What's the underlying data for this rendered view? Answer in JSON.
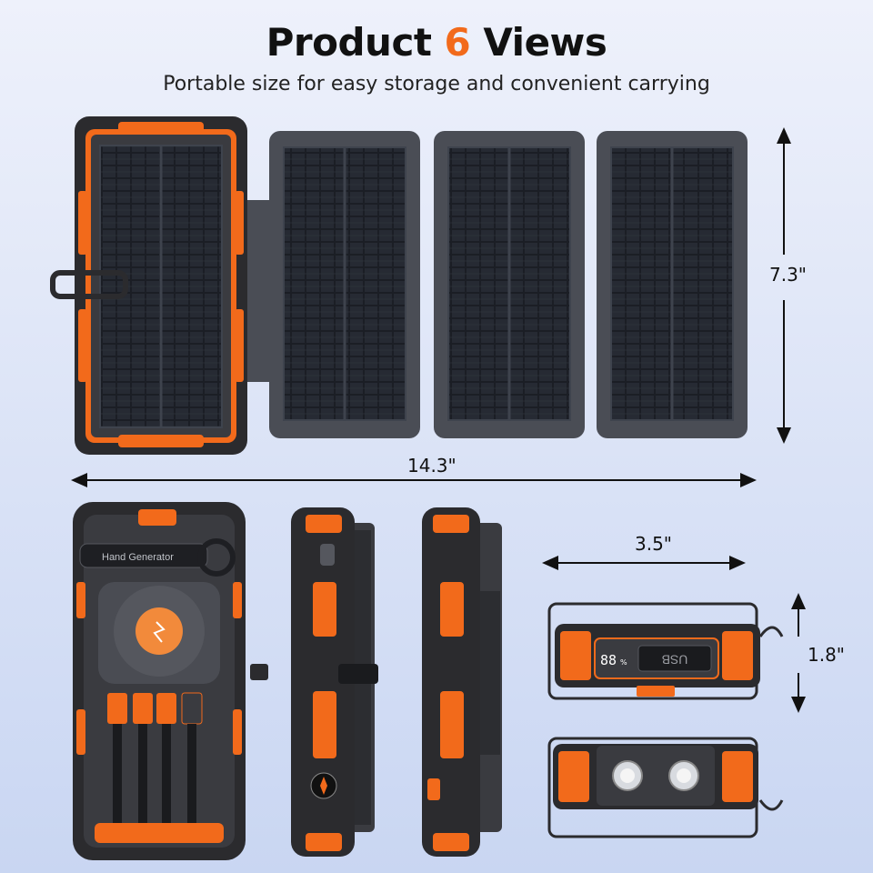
{
  "header": {
    "title_prefix": "Product",
    "title_number": "6",
    "title_suffix": "Views",
    "subtitle": "Portable size for easy storage and convenient carrying"
  },
  "dimensions": {
    "height_open": "7.3\"",
    "width_open": "14.3\"",
    "width_closed": "3.5\"",
    "thickness": "1.8\""
  },
  "device_labels": {
    "hand_generator": "Hand Generator",
    "display_reading": "88",
    "display_unit": "%",
    "usb_label": "USB"
  },
  "colors": {
    "accent": "#f26a1b",
    "body": "#2b2b2e",
    "panel": "#1c1f26"
  }
}
